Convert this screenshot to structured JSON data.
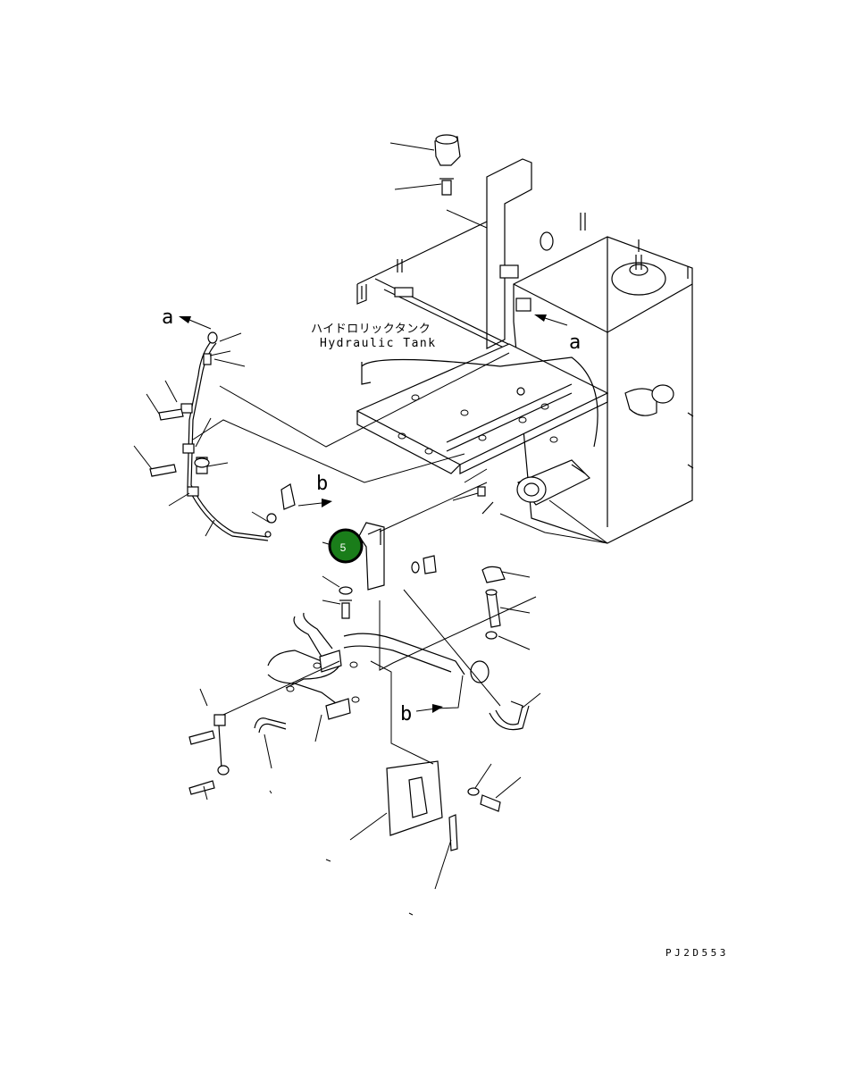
{
  "tank_label": {
    "japanese": "ハイドロリックタンク",
    "english": "Hydraulic Tank"
  },
  "view_refs": {
    "a": "a",
    "b": "b"
  },
  "callout": {
    "number": "5",
    "color": "#1a7d1a",
    "border": "#000000"
  },
  "drawing_code": "PJ2D553"
}
